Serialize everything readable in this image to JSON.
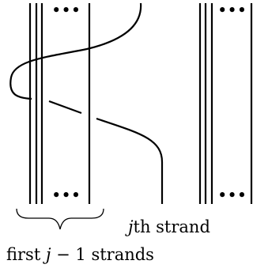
{
  "ellipsis_glyph": "•••",
  "labels": {
    "jth_strand": {
      "var": "j",
      "text": "th strand"
    },
    "first_strands": {
      "prefix": "first ",
      "var": "j",
      "minus": " − 1",
      "suffix": " strands"
    }
  }
}
